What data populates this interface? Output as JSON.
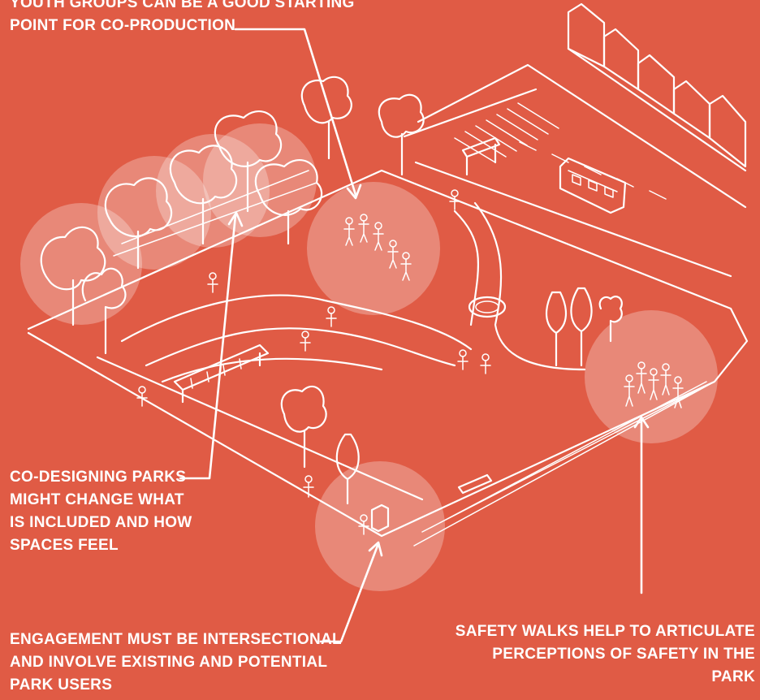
{
  "annotations": {
    "youth": {
      "lines": [
        "YOUTH GROUPS CAN BE A GOOD STARTING",
        "POINT FOR CO-PRODUCTION"
      ]
    },
    "codesign": {
      "lines": [
        "CO-DESIGNING PARKS",
        "MIGHT CHANGE WHAT",
        "IS INCLUDED AND HOW",
        "SPACES FEEL"
      ]
    },
    "engagement": {
      "lines": [
        "ENGAGEMENT MUST BE INTERSECTIONAL",
        "AND INVOLVE EXISTING AND POTENTIAL",
        "PARK USERS"
      ]
    },
    "safety": {
      "lines": [
        "SAFETY WALKS HELP TO ARTICULATE",
        "PERCEPTIONS OF SAFETY IN THE",
        "PARK"
      ]
    }
  },
  "colors": {
    "background": "#e05b45",
    "line": "#ffffff",
    "highlight": "rgba(255,255,255,0.28)"
  },
  "icons": [
    "tree-icon",
    "bus-icon",
    "person-icon",
    "bench-icon",
    "building-icon"
  ]
}
